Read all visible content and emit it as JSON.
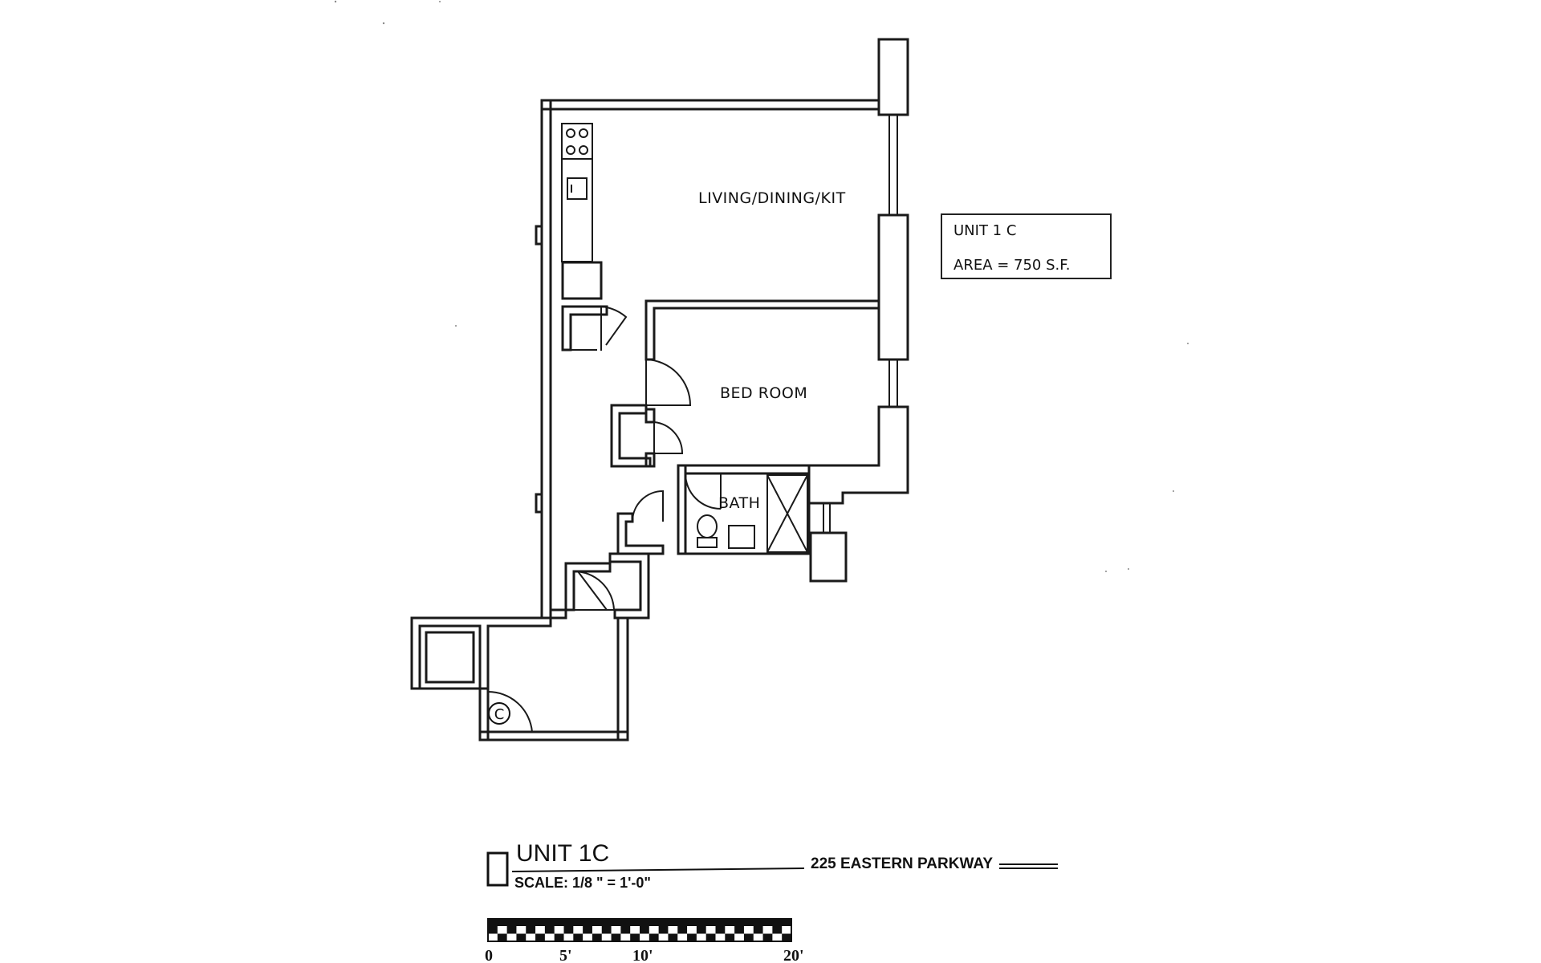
{
  "rooms": {
    "living": "LIVING/DINING/KIT",
    "bedroom": "BED ROOM",
    "bath": "BATH",
    "closet_symbol": "C"
  },
  "info_box": {
    "unit": "UNIT 1 C",
    "area": "AREA = 750 S.F."
  },
  "title_block": {
    "unit_title": "UNIT 1C",
    "scale": "SCALE: 1/8 \" = 1'-0\"",
    "address": "225 EASTERN PARKWAY"
  },
  "scale_bar": {
    "labels": [
      "0",
      "5'",
      "10'",
      "20'"
    ]
  }
}
